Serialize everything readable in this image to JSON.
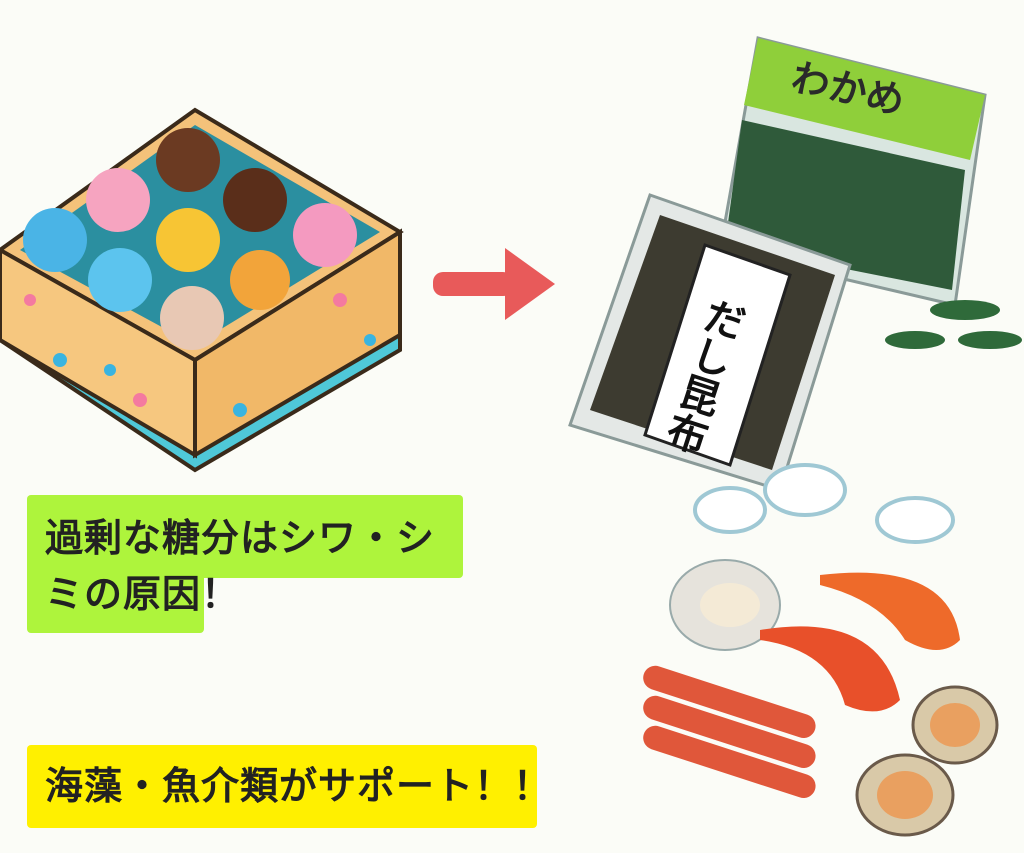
{
  "captions": {
    "sugar_warning": "過剰な糖分はシワ・シミの原因！",
    "support": "海藻・魚介類がサポート！！"
  },
  "illustration_labels": {
    "wakame_bag": "わかめ",
    "kombu_bag": "だし昆布"
  },
  "colors": {
    "green_box": "#aef43c",
    "yellow_box": "#fff000",
    "arrow": "#e85a5a"
  }
}
